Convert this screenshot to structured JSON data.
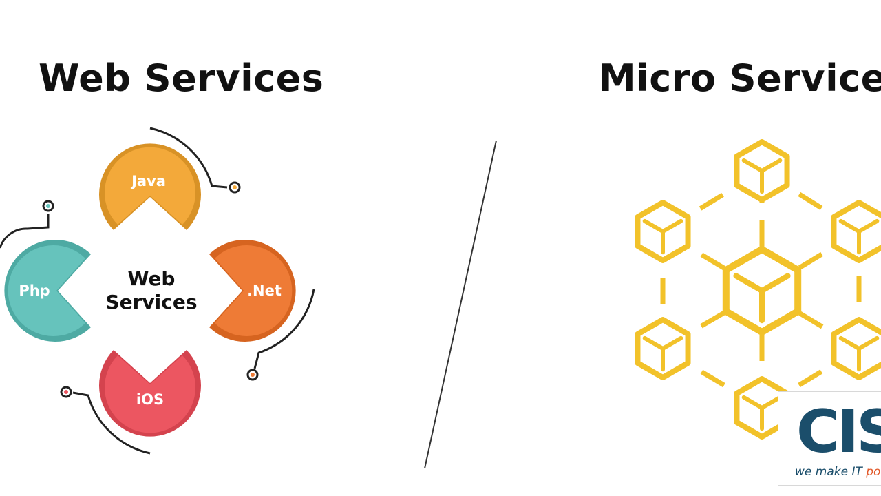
{
  "left": {
    "title": "Web Services",
    "center_label_line1": "Web",
    "center_label_line2": "Services",
    "nodes": [
      {
        "label": "Java",
        "color": "#F3A93A",
        "shade": "#D89226"
      },
      {
        "label": ".Net",
        "color": "#EE7B36",
        "shade": "#D66420"
      },
      {
        "label": "iOS",
        "color": "#EC5661",
        "shade": "#D4434E"
      },
      {
        "label": "Php",
        "color": "#66C3BC",
        "shade": "#4EAAA3"
      }
    ]
  },
  "right": {
    "title": "Micro Services",
    "cube_color": "#F2C22A"
  },
  "logo": {
    "mark": "CIS",
    "tagline_main": "we make IT ",
    "tagline_accent": "po"
  }
}
